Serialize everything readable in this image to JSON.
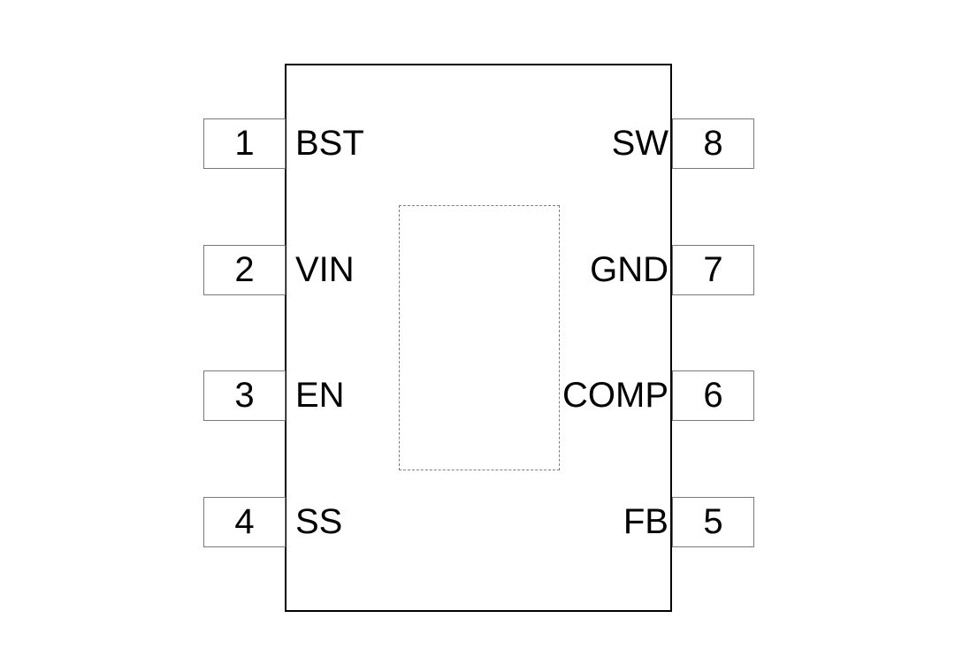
{
  "diagram": {
    "kind": "ic-pinout-8pin",
    "colors": {
      "background": "#ffffff",
      "package_outline": "#000000",
      "pin_box_border": "#7a7a7a",
      "exposed_pad_border": "#7f7f7f",
      "text": "#000000"
    },
    "left_pins": [
      {
        "number": "1",
        "label": "BST"
      },
      {
        "number": "2",
        "label": "VIN"
      },
      {
        "number": "3",
        "label": "EN"
      },
      {
        "number": "4",
        "label": "SS"
      }
    ],
    "right_pins": [
      {
        "number": "8",
        "label": "SW"
      },
      {
        "number": "7",
        "label": "GND"
      },
      {
        "number": "6",
        "label": "COMP"
      },
      {
        "number": "5",
        "label": "FB"
      }
    ]
  }
}
